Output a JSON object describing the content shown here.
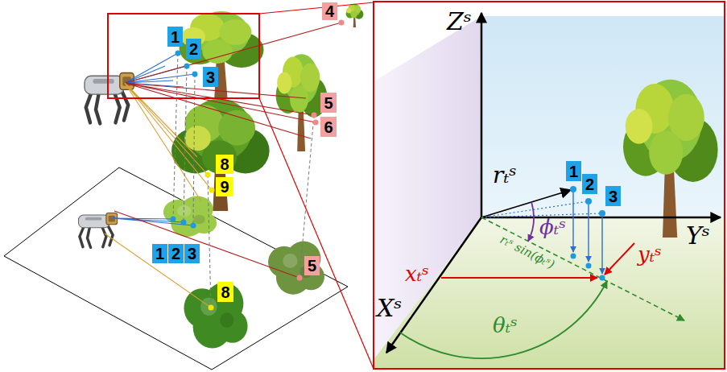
{
  "diagram": {
    "nodes": [
      {
        "text": [
          "1"
        ]
      },
      {
        "text": [
          "2"
        ]
      },
      {
        "text": [
          "3"
        ]
      },
      {
        "text": [
          "4"
        ]
      },
      {
        "text": [
          "5"
        ]
      },
      {
        "text": [
          "6"
        ]
      },
      {
        "text": [
          "8"
        ]
      },
      {
        "text": [
          "9"
        ]
      },
      {
        "text": [
          "1"
        ]
      },
      {
        "text": [
          "2"
        ]
      },
      {
        "text": [
          "3"
        ]
      },
      {
        "text": [
          "5"
        ]
      },
      {
        "text": [
          "8"
        ]
      },
      {
        "text": [
          "1"
        ]
      },
      {
        "text": [
          "2"
        ]
      },
      {
        "text": [
          "3"
        ]
      }
    ],
    "labels": [
      "Zˢ",
      "rₜˢ",
      "ϕₜˢ",
      "yₜˢ",
      "Yˢ",
      "rₜˢ sin(ϕₜˢ)",
      "xₜˢ",
      "θₜˢ",
      "Xˢ"
    ]
  }
}
